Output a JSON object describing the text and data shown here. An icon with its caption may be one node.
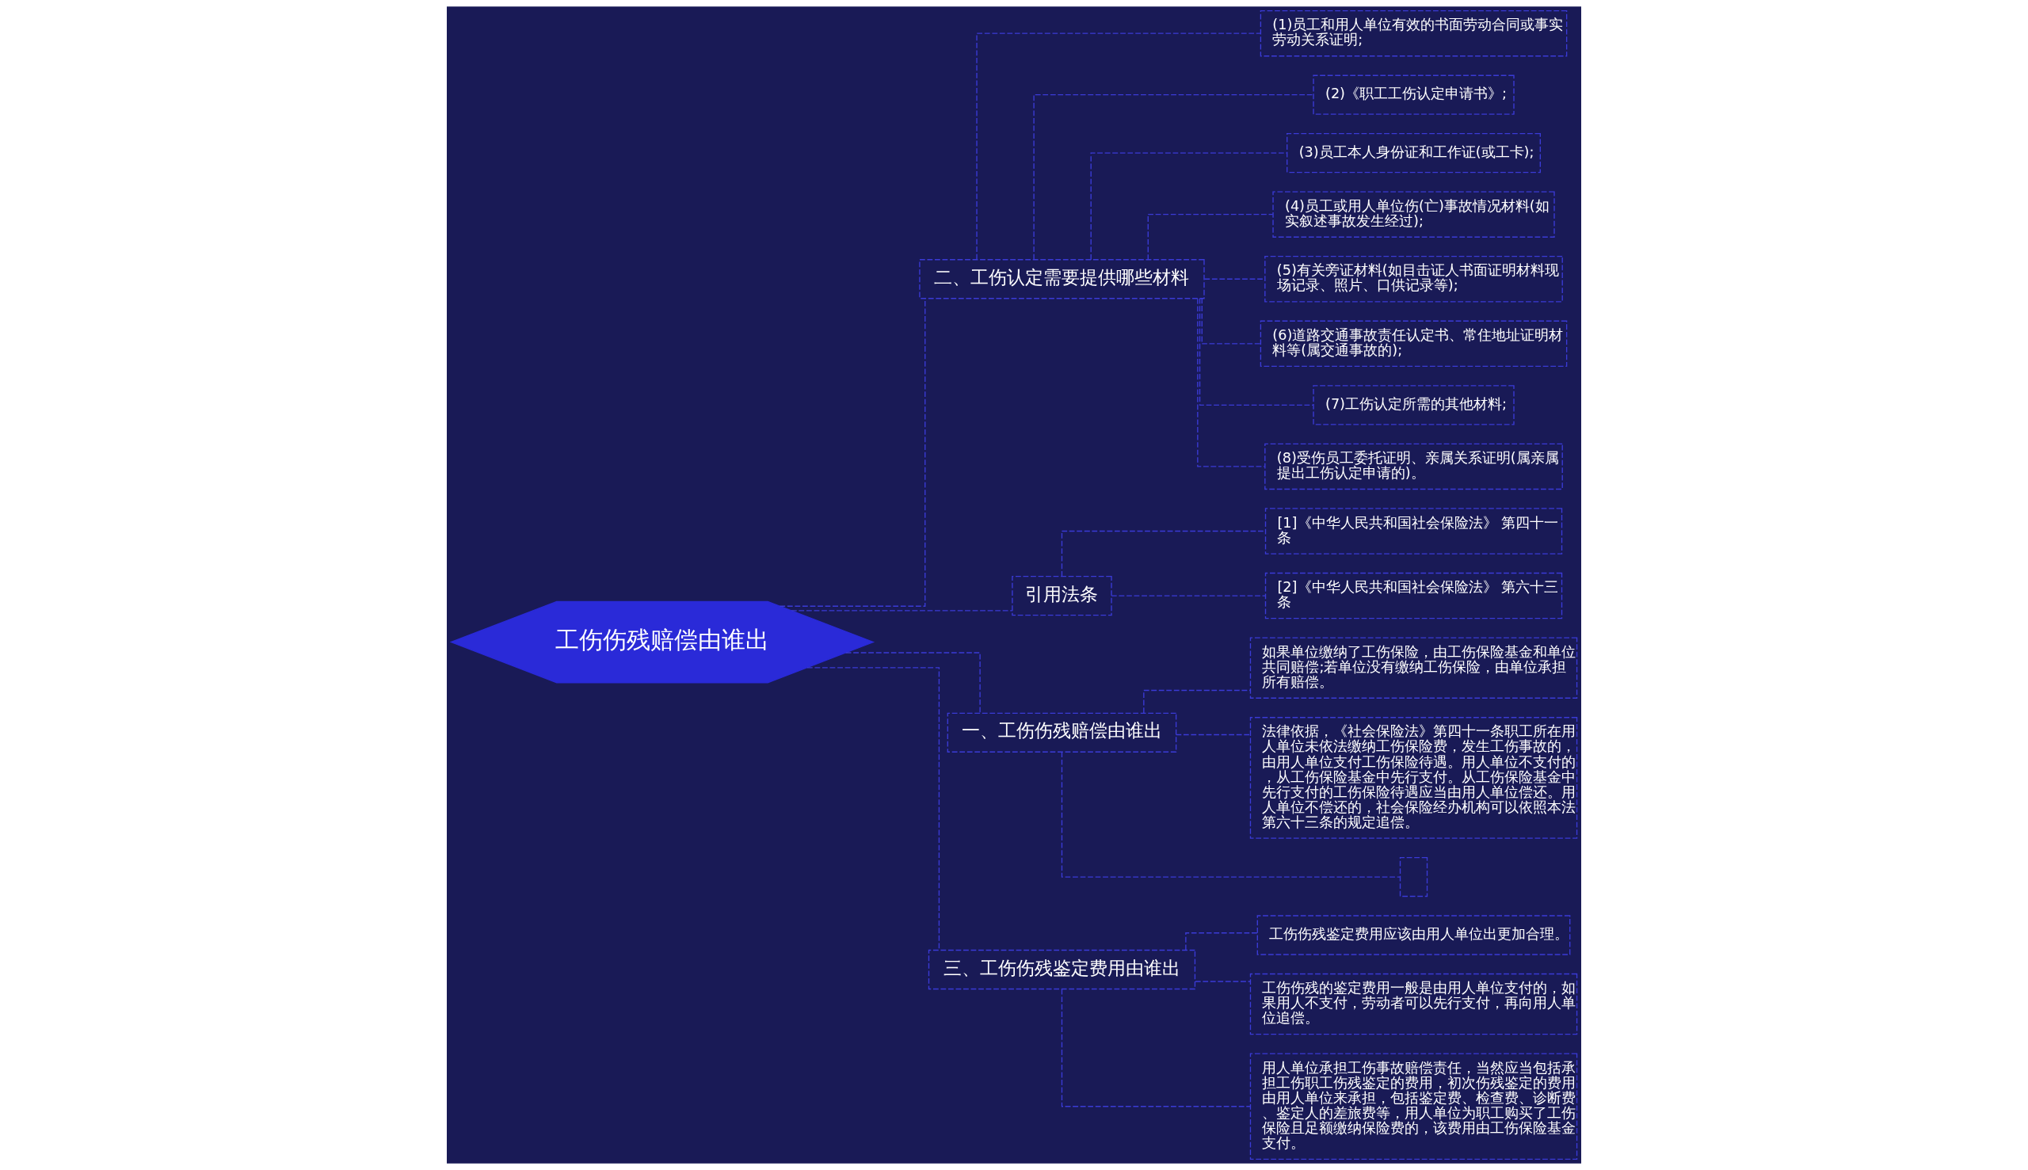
{
  "diagram": {
    "nodes": [
      {
        "text": [
          "工伤伤残赔偿由谁出"
        ]
      },
      {
        "text": [
          "二、工伤认定需要提供哪些材料"
        ]
      },
      {
        "text": [
          "(1)员工和用人单位有效的书面劳动合同或事实劳动关系证明;"
        ]
      },
      {
        "text": [
          "(2)《职工工伤认定申请书》;"
        ]
      },
      {
        "text": [
          "(3)员工本人身份证和工作证(或工卡);"
        ]
      },
      {
        "text": [
          "(4)员工或用人单位伤(亡)事故情况材料(如实叙述事故发生经过);"
        ]
      },
      {
        "text": [
          "(5)有关旁证材料(如目击证人书面证明材料现场记录、照片、口供记录等);"
        ]
      },
      {
        "text": [
          "(6)道路交通事故责任认定书、常住地址证明材料等(属交通事故的);"
        ]
      },
      {
        "text": [
          "(7)工伤认定所需的其他材料;"
        ]
      },
      {
        "text": [
          "(8)受伤员工委托证明、亲属关系证明(属亲属提出工伤认定申请的)。"
        ]
      },
      {
        "text": [
          "引用法条"
        ]
      },
      {
        "text": [
          "[1]《中华人民共和国社会保险法》 第四十一条"
        ]
      },
      {
        "text": [
          "[2]《中华人民共和国社会保险法》 第六十三条"
        ]
      },
      {
        "text": [
          "一、工伤伤残赔偿由谁出"
        ]
      },
      {
        "text": [
          "如果单位缴纳了工伤保险，由工伤保险基金和单位共同赔偿;若单位没有缴纳工伤保险，由单位承担所有赔偿。"
        ]
      },
      {
        "text": [
          "法律依据，《社会保险法》第四十一条职工所在用人单位未依法缴纳工伤保险费，发生工伤事故的，由用人单位支付工伤保险待遇。用人单位不支付的，从工伤保险基金中先行支付。从工伤保险基金中先行支付的工伤保险待遇应当由用人单位偿还。用人单位不偿还的，社会保险经办机构可以依照本法第六十三条的规定追偿。"
        ]
      },
      {
        "text": [],
        "shape": "box"
      },
      {
        "text": [
          "三、工伤伤残鉴定费用由谁出"
        ]
      },
      {
        "text": [
          "工伤伤残鉴定费用应该由用人单位出更加合理。"
        ]
      },
      {
        "text": [
          "工伤伤残的鉴定费用一般是由用人单位支付的，如果用人不支付，劳动者可以先行支付，再向用人单位追偿。"
        ]
      },
      {
        "text": [
          "用人单位承担工伤事故赔偿责任，当然应当包括承担工伤职工伤残鉴定的费用，初次伤残鉴定的费用由用人单位来承担，包括鉴定费、检查费、诊断费、鉴定人的差旅费等，用人单位为职工购买了工伤保险且足额缴纳保险费的，该费用由工伤保险基金支付。"
        ]
      }
    ],
    "edges": [
      {
        "from": 0,
        "to": 1,
        "arrow": "none"
      },
      {
        "from": 1,
        "to": 2,
        "arrow": "none"
      },
      {
        "from": 1,
        "to": 3,
        "arrow": "none"
      },
      {
        "from": 1,
        "to": 4,
        "arrow": "none"
      },
      {
        "from": 1,
        "to": 5,
        "arrow": "none"
      },
      {
        "from": 1,
        "to": 6,
        "arrow": "none"
      },
      {
        "from": 1,
        "to": 7,
        "arrow": "none"
      },
      {
        "from": 1,
        "to": 8,
        "arrow": "none"
      },
      {
        "from": 1,
        "to": 9,
        "arrow": "none"
      },
      {
        "from": 0,
        "to": 10,
        "arrow": "none"
      },
      {
        "from": 10,
        "to": 11,
        "arrow": "none"
      },
      {
        "from": 10,
        "to": 12,
        "arrow": "none"
      },
      {
        "from": 0,
        "to": 13,
        "arrow": "none"
      },
      {
        "from": 13,
        "to": 14,
        "arrow": "none"
      },
      {
        "from": 13,
        "to": 15,
        "arrow": "none"
      },
      {
        "from": 13,
        "to": 16,
        "arrow": "none"
      },
      {
        "from": 0,
        "to": 17,
        "arrow": "none"
      },
      {
        "from": 17,
        "to": 18,
        "arrow": "none"
      },
      {
        "from": 17,
        "to": 19,
        "arrow": "none"
      },
      {
        "from": 17,
        "to": 20,
        "arrow": "none"
      }
    ]
  }
}
